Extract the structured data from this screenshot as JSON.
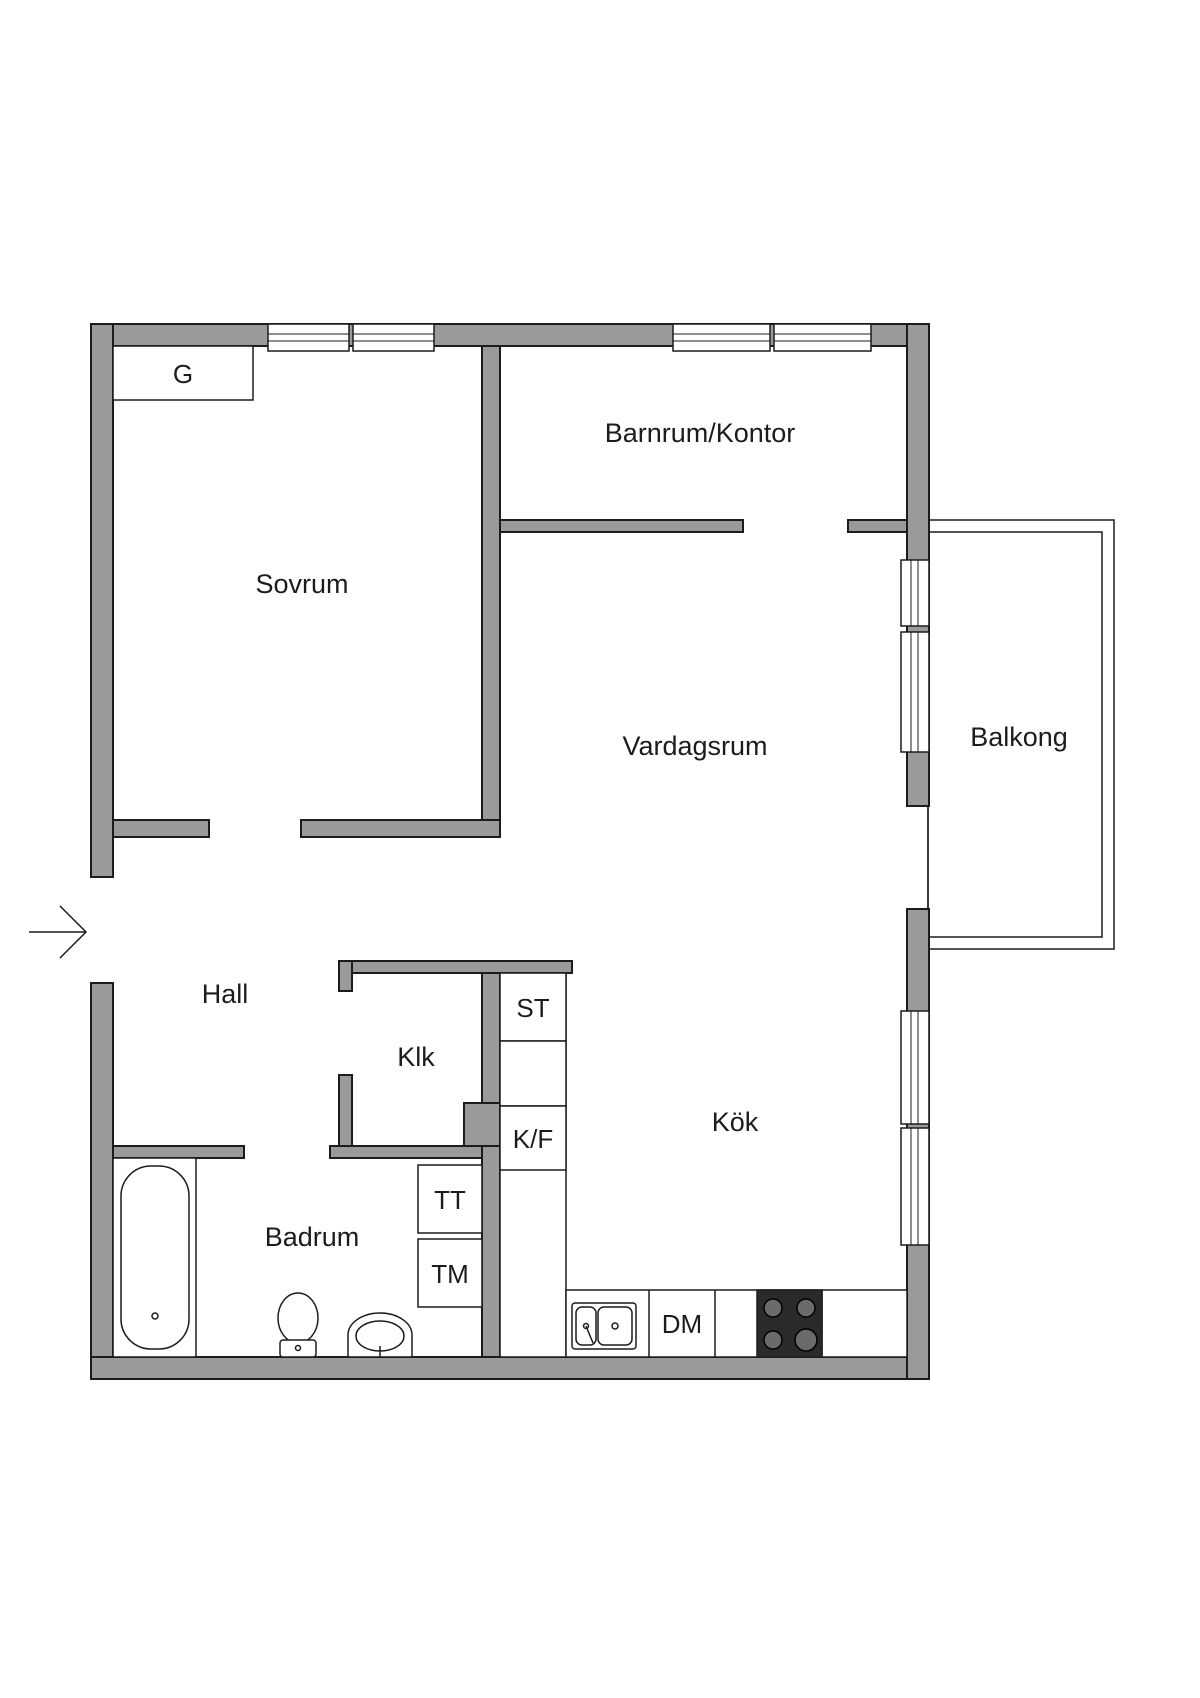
{
  "rooms": {
    "sovrum": "Sovrum",
    "barnrum": "Barnrum/Kontor",
    "vardagsrum": "Vardagsrum",
    "balkong": "Balkong",
    "hall": "Hall",
    "klk": "Klk",
    "kok": "Kök",
    "badrum": "Badrum"
  },
  "fixtures": {
    "g": "G",
    "st": "ST",
    "kf": "K/F",
    "tt": "TT",
    "tm": "TM",
    "dm": "DM"
  },
  "colors": {
    "wall": "#9a9a9a",
    "line": "#1c1c1c",
    "stove": "#2a2a2a"
  }
}
